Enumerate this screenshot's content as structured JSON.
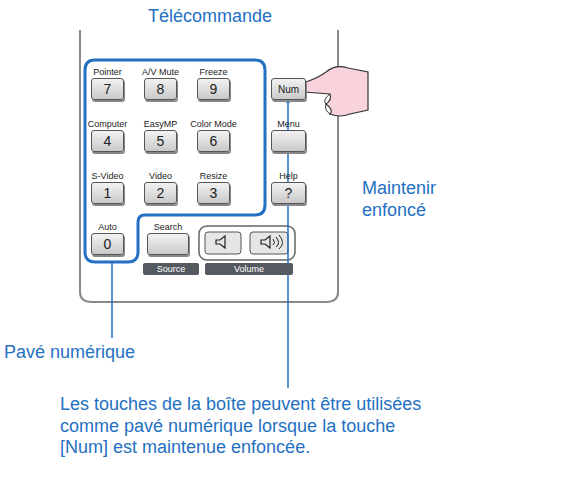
{
  "diagram": {
    "title": "Télécommande",
    "nodes": [
      {
        "text": [
          "Pointer",
          "7"
        ]
      },
      {
        "text": [
          "A/V Mute",
          "8"
        ]
      },
      {
        "text": [
          "Freeze",
          "9"
        ]
      },
      {
        "text": [
          "Num"
        ]
      },
      {
        "text": [
          "Computer",
          "4"
        ]
      },
      {
        "text": [
          "EasyMP",
          "5"
        ]
      },
      {
        "text": [
          "Color Mode",
          "6"
        ]
      },
      {
        "text": [
          "Menu"
        ]
      },
      {
        "text": [
          "S-Video",
          "1"
        ]
      },
      {
        "text": [
          "Video",
          "2"
        ]
      },
      {
        "text": [
          "Resize",
          "3"
        ]
      },
      {
        "text": [
          "Help",
          "?"
        ]
      },
      {
        "text": [
          "Auto",
          "0"
        ]
      },
      {
        "text": [
          "Search"
        ]
      },
      {
        "text": [
          "Source"
        ]
      },
      {
        "text": [
          "Volume"
        ]
      }
    ],
    "labels": [
      "Maintenir enfoncé",
      "Pavé numérique",
      "Les touches de la boîte peuvent être utilisées comme pavé numérique lorsque la touche [Num] est maintenue enfoncée."
    ]
  }
}
